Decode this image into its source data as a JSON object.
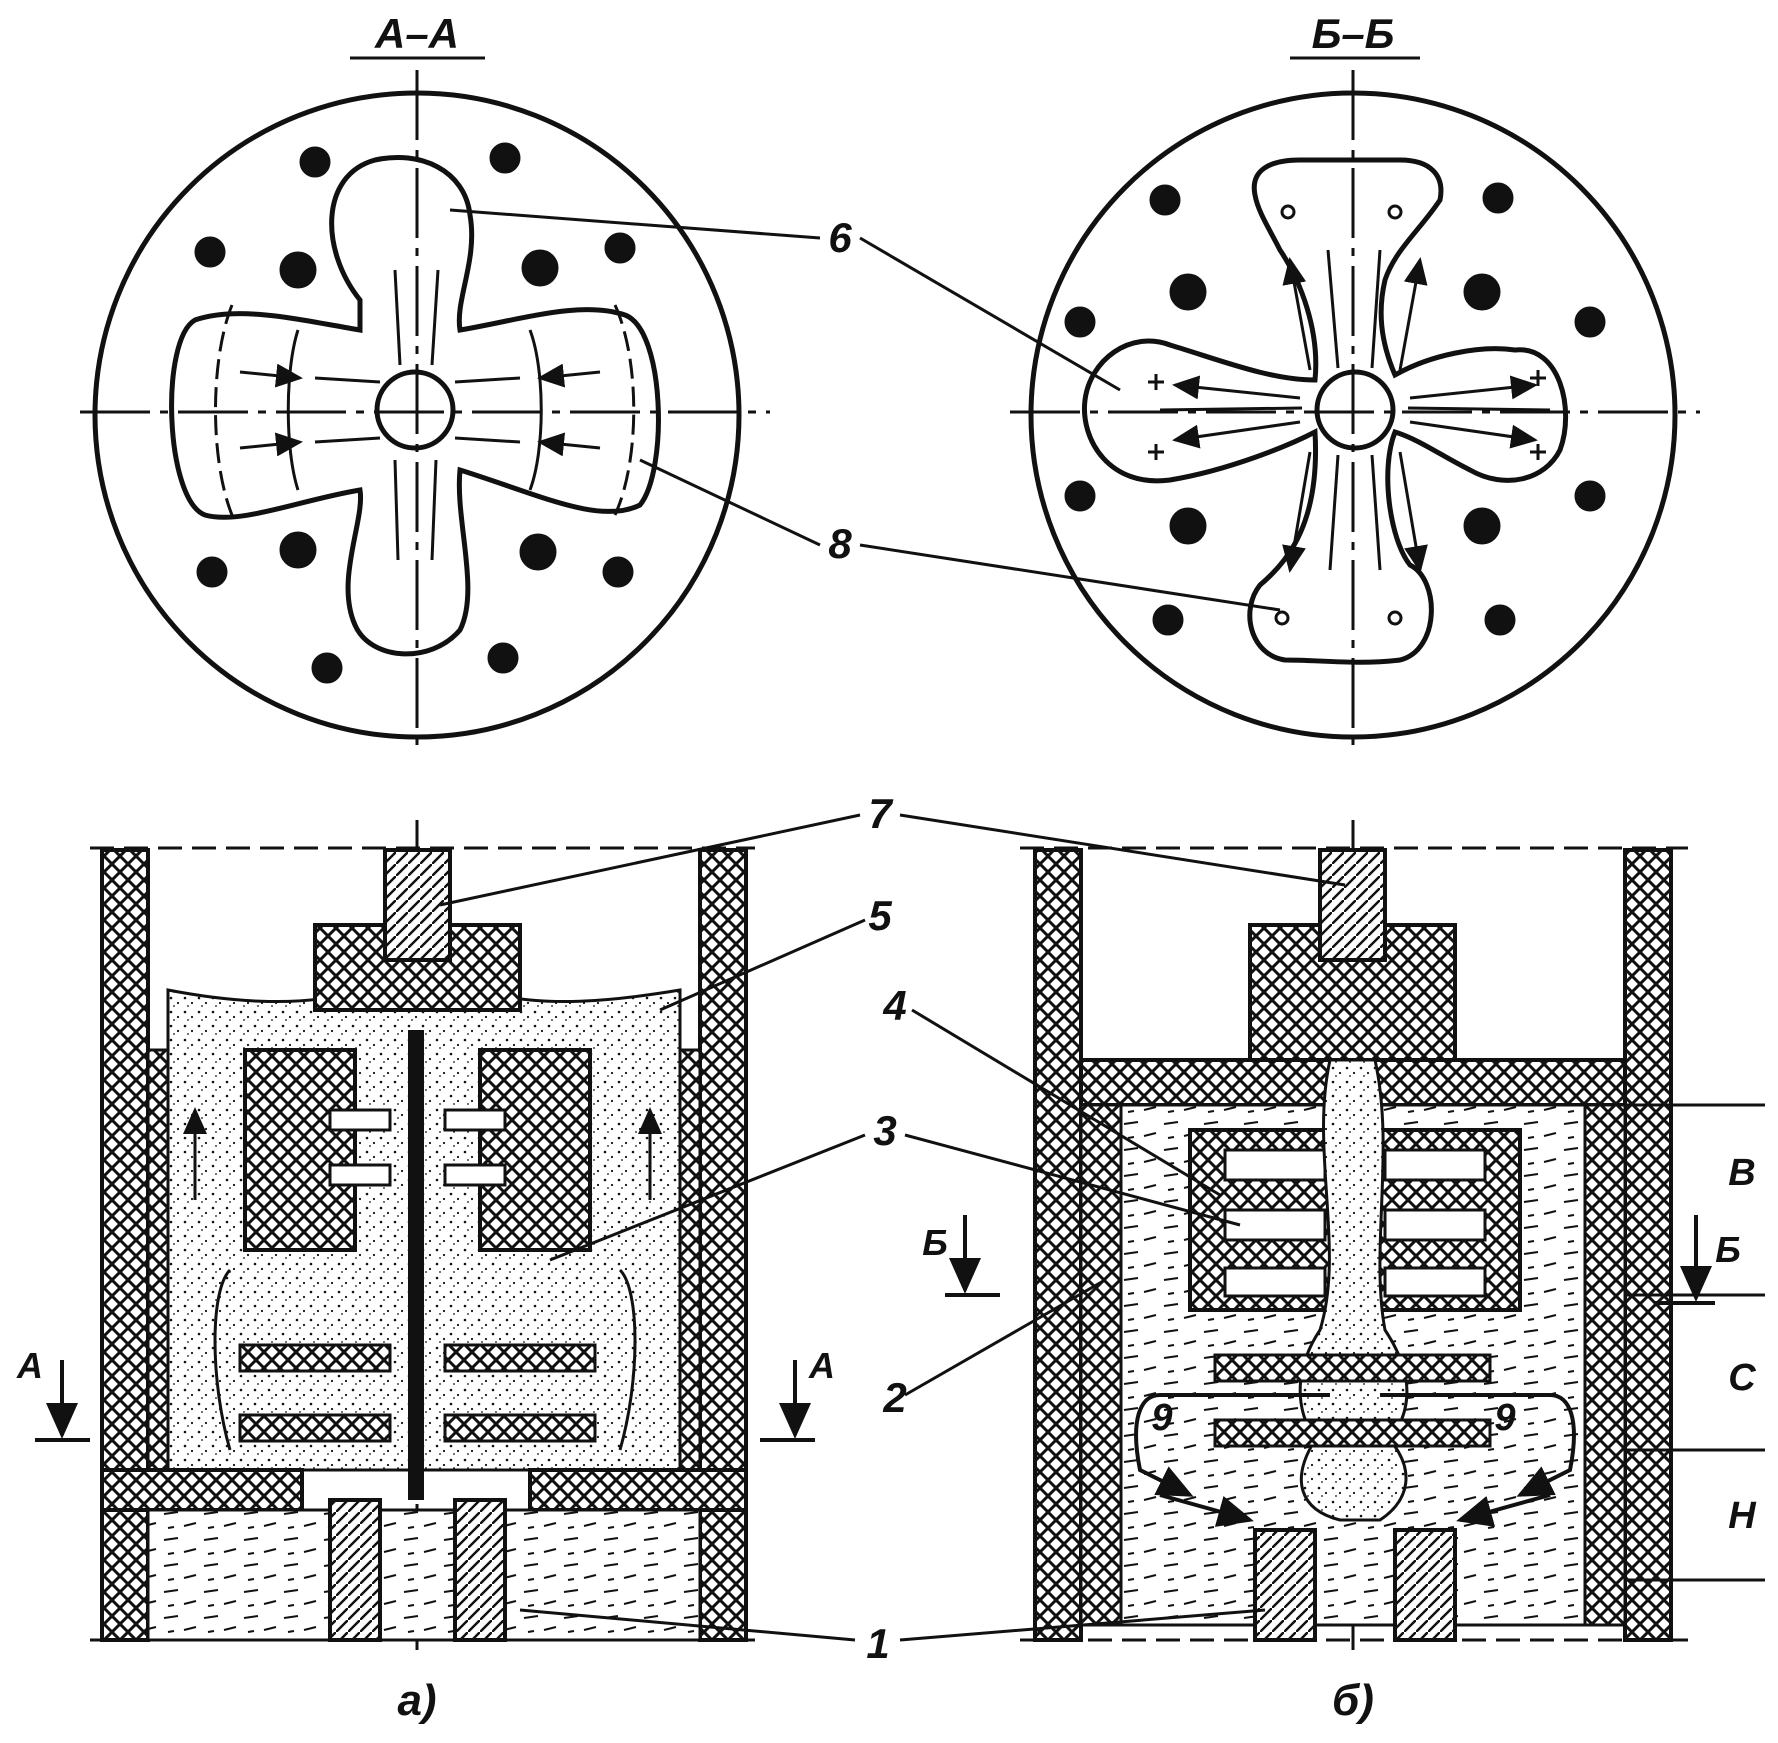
{
  "sections": {
    "aa": "А–А",
    "bb": "Б–Б"
  },
  "callouts": {
    "c1": "1",
    "c2": "2",
    "c3": "3",
    "c4": "4",
    "c5": "5",
    "c6": "6",
    "c7": "7",
    "c8": "8"
  },
  "flow_marks": {
    "left": "9",
    "right": "9"
  },
  "section_marks": {
    "a_left": "А",
    "a_right": "А",
    "b_left": "Б",
    "b_right": "Б"
  },
  "zones": {
    "v": "В",
    "c": "С",
    "n": "Н"
  },
  "subcaptions": {
    "a": "а)",
    "b": "б)"
  },
  "colors": {
    "ink": "#111111",
    "paper": "#ffffff"
  }
}
